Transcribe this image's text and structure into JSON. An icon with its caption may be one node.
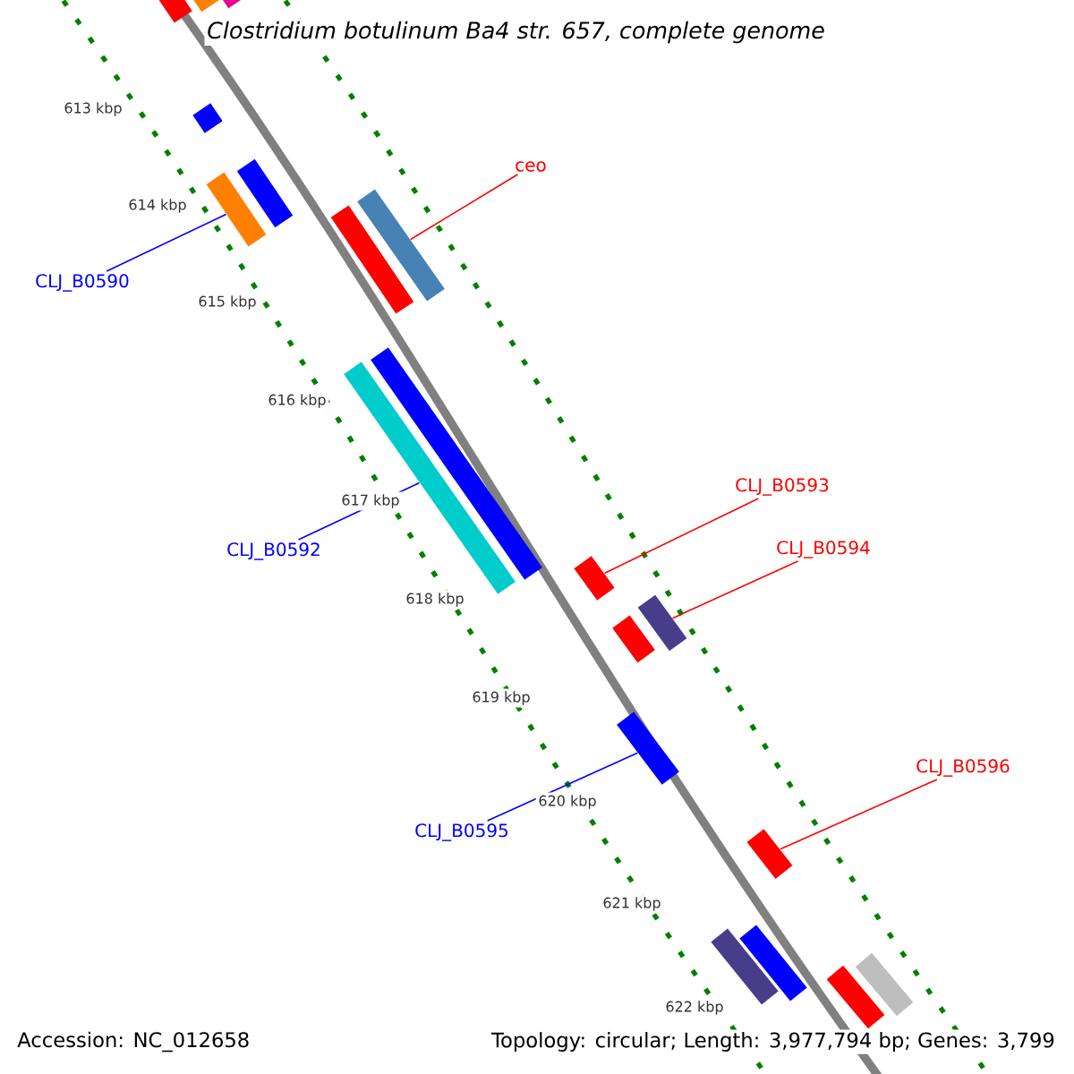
{
  "diagram": {
    "title": "Clostridium botulinum Ba4 str. 657, complete genome",
    "nodes": [
      {
        "text": [],
        "shape": "bar"
      },
      {
        "text": [],
        "shape": "bar"
      },
      {
        "text": [],
        "shape": "bar"
      },
      {
        "text": [],
        "shape": "bar"
      },
      {
        "text": [],
        "shape": "bar"
      },
      {
        "text": [],
        "shape": "bar"
      },
      {
        "text": [],
        "shape": "bar"
      },
      {
        "text": [],
        "shape": "bar"
      },
      {
        "text": [],
        "shape": "bar"
      },
      {
        "text": [],
        "shape": "bar"
      },
      {
        "text": [],
        "shape": "bar"
      },
      {
        "text": [],
        "shape": "bar"
      },
      {
        "text": [],
        "shape": "bar"
      },
      {
        "text": [],
        "shape": "bar"
      },
      {
        "text": [],
        "shape": "bar"
      },
      {
        "text": [],
        "shape": "bar"
      },
      {
        "text": [],
        "shape": "bar"
      },
      {
        "text": [],
        "shape": "bar"
      },
      {
        "text": [],
        "shape": "bar"
      },
      {
        "text": [
          "ceo"
        ]
      },
      {
        "text": [
          "CLJ_B0590"
        ]
      },
      {
        "text": [
          "CLJ_B0592"
        ]
      },
      {
        "text": [
          "CLJ_B0593"
        ]
      },
      {
        "text": [
          "CLJ_B0594"
        ]
      },
      {
        "text": [
          "CLJ_B0595"
        ]
      },
      {
        "text": [
          "CLJ_B0596"
        ]
      }
    ],
    "edges": [
      {
        "from": 19,
        "to": 6,
        "arrow": "none"
      },
      {
        "from": 20,
        "to": 5,
        "arrow": "none",
        "color": "#0000ff"
      },
      {
        "from": 21,
        "to": 9,
        "arrow": "none",
        "color": "#0000ff"
      },
      {
        "from": 22,
        "to": 10,
        "arrow": "none"
      },
      {
        "from": 23,
        "to": 11,
        "arrow": "none"
      },
      {
        "from": 24,
        "to": 13,
        "arrow": "none",
        "color": "#0000ff"
      },
      {
        "from": 25,
        "to": 14,
        "arrow": "none"
      }
    ],
    "labels": [
      "613 kbp",
      "614 kbp",
      "615 kbp",
      "616 kbp",
      "617 kbp",
      "618 kbp",
      "619 kbp",
      "620 kbp",
      "621 kbp",
      "622 kbp",
      "Accession: NC_012658",
      "Topology: circular; Length: 3,977,794 bp; Genes: 3,799"
    ]
  }
}
